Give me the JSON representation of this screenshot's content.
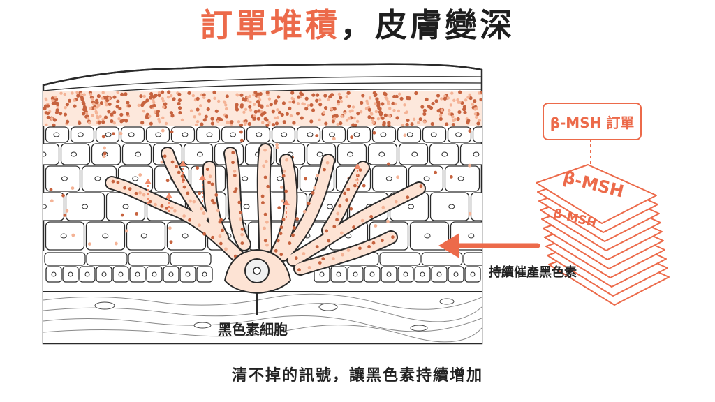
{
  "title": {
    "accent": "訂單堆積",
    "rest": "，皮膚變深"
  },
  "labels": {
    "melanocyte": "黑色素細胞",
    "order_box": "β-MSH 訂單",
    "promotes": "持續催產黑色素",
    "sheet_top": "β-MSH",
    "sheet_mid": "β-MSH"
  },
  "caption": "清不掉的訊號，讓黑色素持續增加",
  "colors": {
    "accent": "#ec6a4a",
    "ink": "#2a2a2a",
    "dot_dark": "#c7633f",
    "dot_light": "#f4b396"
  }
}
